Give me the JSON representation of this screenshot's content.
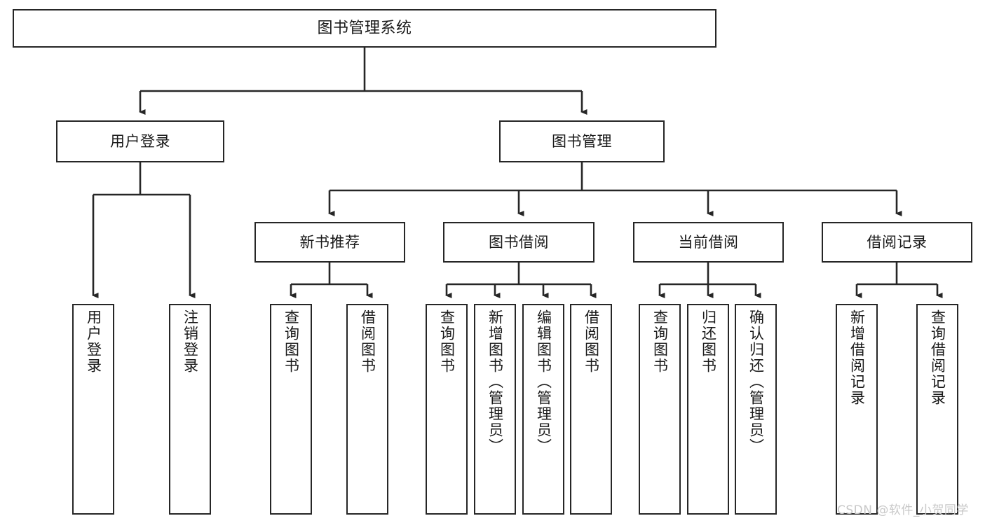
{
  "diagram": {
    "title": "图书管理系统",
    "type": "tree-hierarchy",
    "background_color": "#ffffff",
    "node_border_color": "#262626",
    "node_fill_color": "#ffffff",
    "text_color": "#1a1a1a",
    "watermark_color": "#c8c8c8"
  },
  "watermark": {
    "text": "CSDN @软件_小贺同学"
  },
  "nodes": {
    "root": {
      "label": "图书管理系统"
    },
    "level2": [
      {
        "id": "user-login",
        "label": "用户登录"
      },
      {
        "id": "book-manage",
        "label": "图书管理"
      }
    ],
    "level3": [
      {
        "id": "new-book-recommend",
        "label": "新书推荐"
      },
      {
        "id": "book-borrow",
        "label": "图书借阅"
      },
      {
        "id": "current-borrow",
        "label": "当前借阅"
      },
      {
        "id": "borrow-record",
        "label": "借阅记录"
      }
    ],
    "leaves": {
      "user_login": [
        {
          "id": "leaf-user-login",
          "label": "用户登录"
        },
        {
          "id": "leaf-logout-login",
          "label": "注销登录"
        }
      ],
      "new_book_recommend": [
        {
          "id": "leaf-query-book-1",
          "label": "查询图书"
        },
        {
          "id": "leaf-borrow-book-1",
          "label": "借阅图书"
        }
      ],
      "book_borrow": [
        {
          "id": "leaf-query-book-2",
          "label": "查询图书"
        },
        {
          "id": "leaf-add-book",
          "label": "新增图书（管理员）"
        },
        {
          "id": "leaf-edit-book",
          "label": "编辑图书（管理员）"
        },
        {
          "id": "leaf-borrow-book-2",
          "label": "借阅图书"
        }
      ],
      "current_borrow": [
        {
          "id": "leaf-query-book-3",
          "label": "查询图书"
        },
        {
          "id": "leaf-return-book",
          "label": "归还图书"
        },
        {
          "id": "leaf-confirm-return",
          "label": "确认归还（管理员）"
        }
      ],
      "borrow_record": [
        {
          "id": "leaf-add-record",
          "label": "新增借阅记录"
        },
        {
          "id": "leaf-query-record",
          "label": "查询借阅记录"
        }
      ]
    }
  }
}
